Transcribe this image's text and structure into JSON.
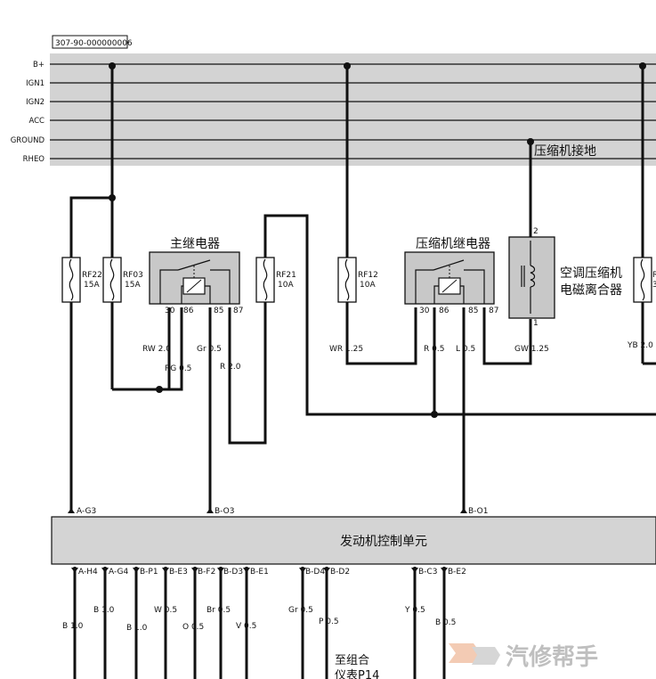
{
  "doc_id": "307-90-000000006",
  "bus_labels": [
    "B+",
    "IGN1",
    "IGN2",
    "ACC",
    "GROUND",
    "RHEO"
  ],
  "compressor_ground": "压缩机接地",
  "fuses": [
    {
      "name": "RF22",
      "rating": "15A"
    },
    {
      "name": "RF03",
      "rating": "15A"
    },
    {
      "name": "RF21",
      "rating": "10A"
    },
    {
      "name": "RF12",
      "rating": "10A"
    },
    {
      "name": "R",
      "rating": "3"
    }
  ],
  "main_relay": {
    "title": "主继电器",
    "pins": [
      "30",
      "86",
      "85",
      "87"
    ]
  },
  "comp_relay": {
    "title": "压缩机继电器",
    "pins": [
      "30",
      "86",
      "85",
      "87"
    ]
  },
  "clutch": {
    "line1": "空调压缩机",
    "line2": "电磁离合器",
    "pin_top": "2",
    "pin_bottom": "1"
  },
  "wires": [
    "RW 2.0",
    "RG 0.5",
    "Gr 0.5",
    "R 2.0",
    "WR 1.25",
    "R 0.5",
    "L 0.5",
    "GW 1.25",
    "YB 2.0"
  ],
  "ecu": {
    "title": "发动机控制单元",
    "top_pins": [
      "A-G3",
      "B-O3",
      "B-O1"
    ],
    "bottom_pins": [
      "A-H4",
      "A-G4",
      "B-P1",
      "B-E3",
      "B-F2",
      "B-D3",
      "B-E1",
      "B-D4",
      "B-D2",
      "B-C3",
      "B-E2"
    ]
  },
  "bottom_wires": [
    "B 1.0",
    "B 1.0",
    "B 1.0",
    "W 0.5",
    "O 0.5",
    "Br 0.5",
    "V 0.5",
    "Gr 0.5",
    "P 0.5",
    "Y 0.5",
    "B 0.5"
  ],
  "note_line1": "至组合",
  "note_line2": "仪表P14",
  "watermark": "汽修帮手",
  "colors": {
    "bus_band": "#d3d3d3",
    "box": "#c8c8c8",
    "ecu": "#d4d4d4",
    "wire": "#111111"
  }
}
